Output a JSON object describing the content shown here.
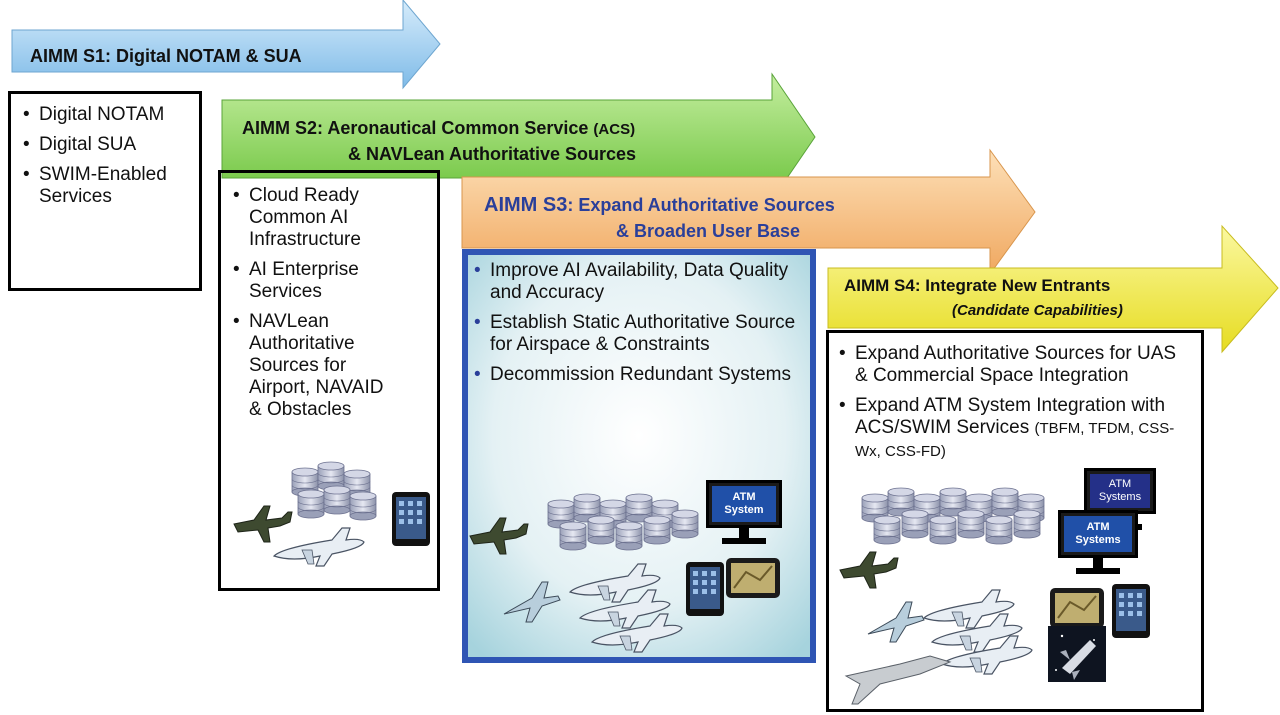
{
  "stages": {
    "s1": {
      "title": "AIMM S1: Digital NOTAM & SUA",
      "items": [
        "Digital NOTAM",
        "Digital SUA",
        "SWIM-Enabled Services"
      ],
      "color": "#a8d4f2"
    },
    "s2": {
      "title_line1_a": "AIMM S2: Aeronautical Common Service ",
      "title_line1_b": "(ACS)",
      "title_line2": "& NAVLean Authoritative Sources",
      "items": [
        "Cloud Ready Common AI Infrastructure",
        "AI Enterprise Services",
        "NAVLean Authoritative Sources for Airport, NAVAID & Obstacles"
      ],
      "color": "#8fd46a"
    },
    "s3": {
      "title_prefix": "AIMM S3",
      "title_line1": ": Expand Authoritative Sources",
      "title_line2": "& Broaden User Base",
      "items": [
        "Improve AI Availability, Data Quality and Accuracy",
        "Establish Static Authoritative Source for Airspace & Constraints",
        "Decommission Redundant Systems"
      ],
      "atm_label": "ATM System",
      "color": "#f7c88a"
    },
    "s4": {
      "title_line1": "AIMM S4: Integrate New Entrants",
      "title_line2": "(Candidate Capabilities)",
      "item1": "Expand Authoritative Sources for UAS & Commercial Space Integration",
      "item2_a": "Expand ATM System Integration with ACS/SWIM Services ",
      "item2_b": "(TBFM, TFDM, CSS-Wx, CSS-FD)",
      "atm_label": "ATM Systems",
      "color": "#f6f060"
    }
  },
  "icons": [
    "database-icon",
    "fighter-jet-icon",
    "airliner-icon",
    "tablet-icon",
    "gps-device-icon",
    "small-plane-icon",
    "drone-icon",
    "spaceship-icon",
    "atm-monitor-icon"
  ],
  "colors": {
    "s3_text": "#2a3f9a",
    "s3_box_border": "#2f55b4",
    "atm_blue": "#2050a8"
  }
}
